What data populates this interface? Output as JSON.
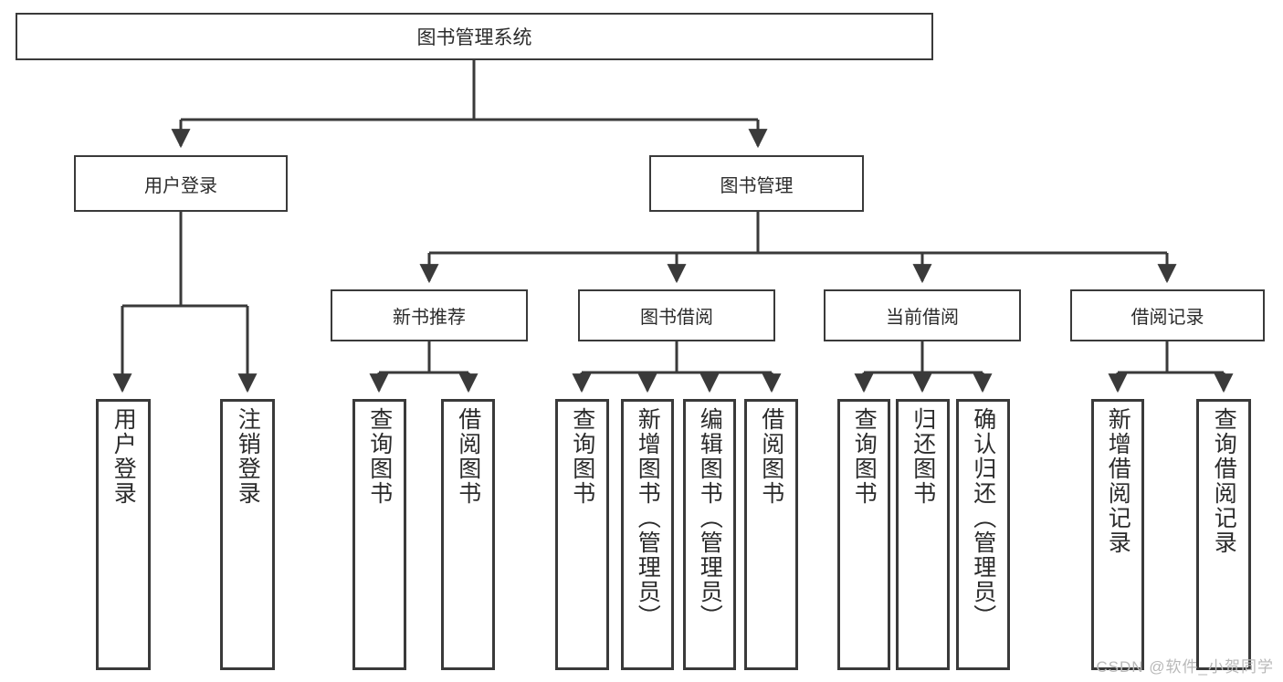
{
  "diagram": {
    "type": "tree",
    "title": "图书管理系统",
    "root": {
      "label": "图书管理系统"
    },
    "level2": [
      {
        "label": "用户登录"
      },
      {
        "label": "图书管理"
      }
    ],
    "level3": [
      {
        "label": "新书推荐"
      },
      {
        "label": "图书借阅"
      },
      {
        "label": "当前借阅"
      },
      {
        "label": "借阅记录"
      }
    ],
    "leaves": {
      "user_login": [
        {
          "label": "用户登录"
        },
        {
          "label": "注销登录"
        }
      ],
      "new_book_recommend": [
        {
          "label": "查询图书"
        },
        {
          "label": "借阅图书"
        }
      ],
      "book_borrow": [
        {
          "label": "查询图书"
        },
        {
          "label": "新增图书（管理员）"
        },
        {
          "label": "编辑图书（管理员）"
        },
        {
          "label": "借阅图书"
        }
      ],
      "current_borrow": [
        {
          "label": "查询图书"
        },
        {
          "label": "归还图书"
        },
        {
          "label": "确认归还（管理员）"
        }
      ],
      "borrow_record": [
        {
          "label": "新增借阅记录"
        },
        {
          "label": "查询借阅记录"
        }
      ]
    }
  },
  "watermark": {
    "text": "CSDN @软件_小贺同学"
  },
  "colors": {
    "border": "#3a3a3a",
    "text": "#2b2b2b",
    "background": "#ffffff",
    "watermark": "#b9b9b9"
  }
}
